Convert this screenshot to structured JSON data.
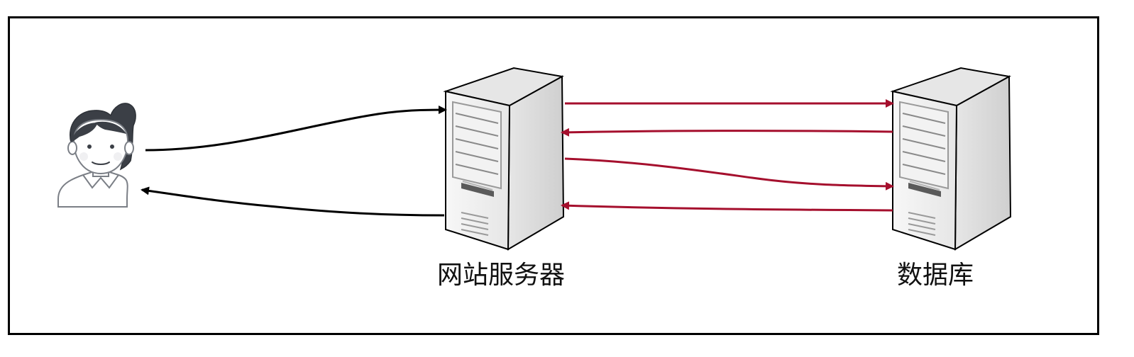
{
  "nodes": {
    "user": {
      "icon": "user-avatar-icon"
    },
    "web_server": {
      "label": "网站服务器",
      "icon": "server-tower-icon"
    },
    "database": {
      "label": "数据库",
      "icon": "server-tower-icon"
    }
  },
  "edges": {
    "user_to_web": {
      "from": "user",
      "to": "web_server",
      "color": "#000000"
    },
    "web_to_user": {
      "from": "web_server",
      "to": "user",
      "color": "#000000"
    },
    "web_to_db_1": {
      "from": "web_server",
      "to": "database",
      "color": "#A50F2D"
    },
    "db_to_web_1": {
      "from": "database",
      "to": "web_server",
      "color": "#A50F2D"
    },
    "web_to_db_2": {
      "from": "web_server",
      "to": "database",
      "color": "#A50F2D"
    },
    "db_to_web_2": {
      "from": "database",
      "to": "web_server",
      "color": "#A50F2D"
    }
  },
  "colors": {
    "frame": "#000000",
    "server_body": "#d9d9d9",
    "server_face": "#f2f2f2",
    "user_hair": "#3b3f46",
    "accent_arrow": "#A50F2D"
  }
}
